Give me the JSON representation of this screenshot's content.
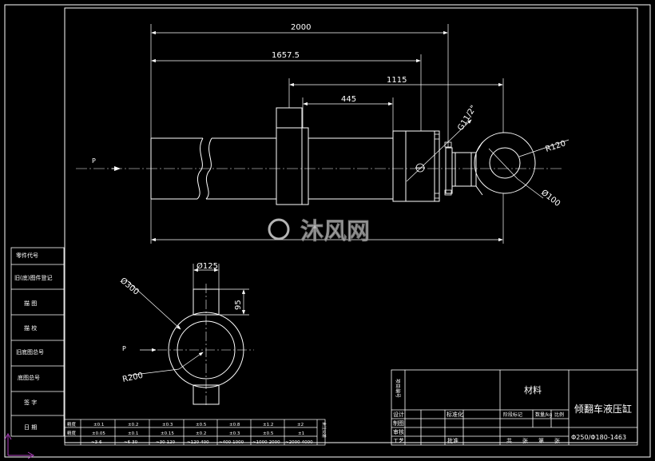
{
  "dimensions": {
    "overall_length": "2000",
    "length_2": "1657.5",
    "length_3": "1115",
    "length_4": "445",
    "port_thread": "G11/2\"",
    "eye_radius": "R120",
    "eye_bore": "Ø100",
    "flange_diameter": "Ø300",
    "boss_diameter": "Ø125",
    "boss_height": "95",
    "flange_radius": "R200",
    "pressure_port": "P",
    "pressure_port_b": "P"
  },
  "watermark": {
    "text": "沐风网"
  },
  "left_sidebar": {
    "rows": [
      "零件代号",
      "旧(底)图件登记",
      "描  图",
      "描  校",
      "旧底图总号",
      "底图总号",
      "签  字",
      "日  期"
    ]
  },
  "tolerance_table": {
    "row1_label": "精度",
    "row2_label": "精度",
    "row1": [
      "±0.1",
      "±0.2",
      "±0.3",
      "±0.5",
      "±0.8",
      "±1.2",
      "±2"
    ],
    "row2": [
      "±0.05",
      "±0.1",
      "±0.15",
      "±0.2",
      "±0.3",
      "±0.5",
      "±1"
    ],
    "row3": [
      "~3-6",
      "~6-30",
      "~30-120",
      "~120-400",
      "~400-1000",
      "~1000-2000",
      "~2000-4000"
    ],
    "side_note": "未注公差"
  },
  "title_block": {
    "project_label": "项目编号",
    "material": "材料",
    "drawing_title": "倾翻车液压缸",
    "drawing_code": "Φ250/Φ180-1463",
    "rows": [
      "设计",
      "制图",
      "审核",
      "工艺"
    ],
    "mid_labels": [
      "标准化",
      "批准"
    ],
    "stage_labels": [
      "阶段标记",
      "数量/kg",
      "比例"
    ],
    "sheet_labels": [
      "共",
      "张",
      "第",
      "张"
    ]
  },
  "colors": {
    "background": "#000000",
    "line": "#ffffff",
    "dim": "#ffffff"
  }
}
